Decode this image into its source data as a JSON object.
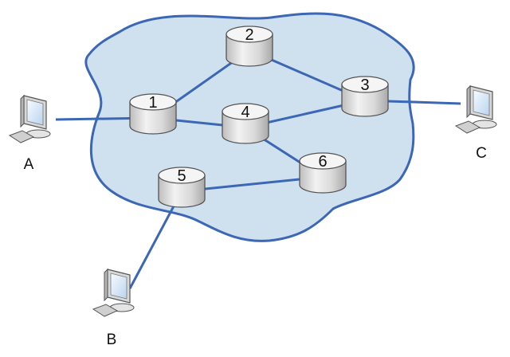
{
  "diagram": {
    "routers": [
      {
        "id": "1",
        "label": "1"
      },
      {
        "id": "2",
        "label": "2"
      },
      {
        "id": "3",
        "label": "3"
      },
      {
        "id": "4",
        "label": "4"
      },
      {
        "id": "5",
        "label": "5"
      },
      {
        "id": "6",
        "label": "6"
      }
    ],
    "hosts": [
      {
        "id": "A",
        "label": "A"
      },
      {
        "id": "B",
        "label": "B"
      },
      {
        "id": "C",
        "label": "C"
      }
    ],
    "links": [
      [
        "1",
        "2"
      ],
      [
        "1",
        "4"
      ],
      [
        "2",
        "3"
      ],
      [
        "4",
        "3"
      ],
      [
        "4",
        "6"
      ],
      [
        "5",
        "6"
      ],
      [
        "A",
        "1"
      ],
      [
        "B",
        "5"
      ],
      [
        "C",
        "3"
      ]
    ],
    "colors": {
      "cloud_fill": "#cfe0ef",
      "cloud_stroke": "#3b67b5",
      "link": "#3b67b5",
      "router_body": "#e6e6e6",
      "router_top": "#f5f5f5",
      "router_stroke": "#555555"
    },
    "icons": {
      "router": "router-cylinder-icon",
      "host": "desktop-computer-icon"
    }
  }
}
